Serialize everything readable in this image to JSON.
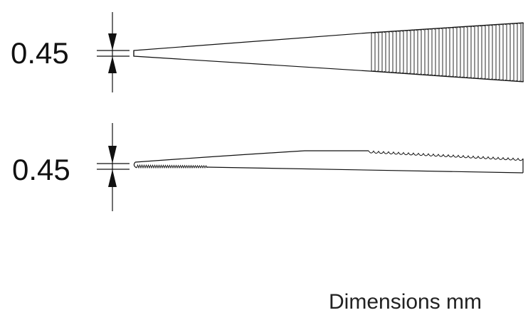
{
  "dimensions": {
    "top_view_label": "0.45",
    "side_view_label": "0.45"
  },
  "footer": {
    "units_note": "Dimensions mm"
  },
  "colors": {
    "line": "#111111",
    "background": "#ffffff"
  }
}
